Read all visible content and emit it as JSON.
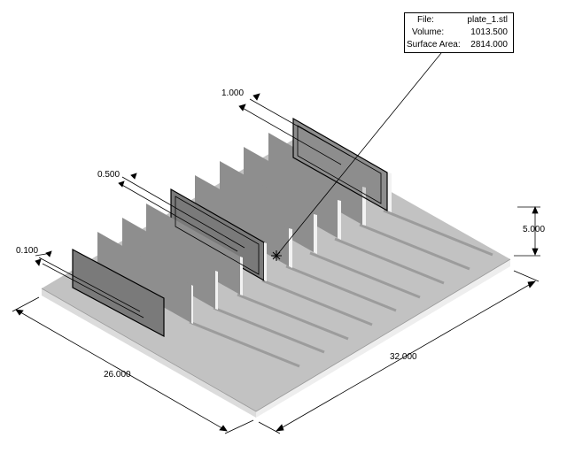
{
  "info": {
    "file_label": "File:",
    "file_value": "plate_1.stl",
    "volume_label": "Volume:",
    "volume_value": "1013.500",
    "area_label": "Surface Area:",
    "area_value": "2814.000"
  },
  "dimensions": {
    "wall_1": "0.100",
    "wall_2": "0.500",
    "wall_3": "1.000",
    "width": "26.000",
    "length": "32.000",
    "height": "5.000"
  },
  "colors": {
    "plate_top": "#c2c2c2",
    "plate_front": "#dcdcdc",
    "plate_side": "#eeeeee",
    "fin_face": "#8e8e8e",
    "fin_edge": "#f2f2f2",
    "slot": "#a4a4a4",
    "selected_fin": "#737373"
  },
  "icons": [
    "centroid-marker-icon",
    "dimension-arrow-icon"
  ]
}
